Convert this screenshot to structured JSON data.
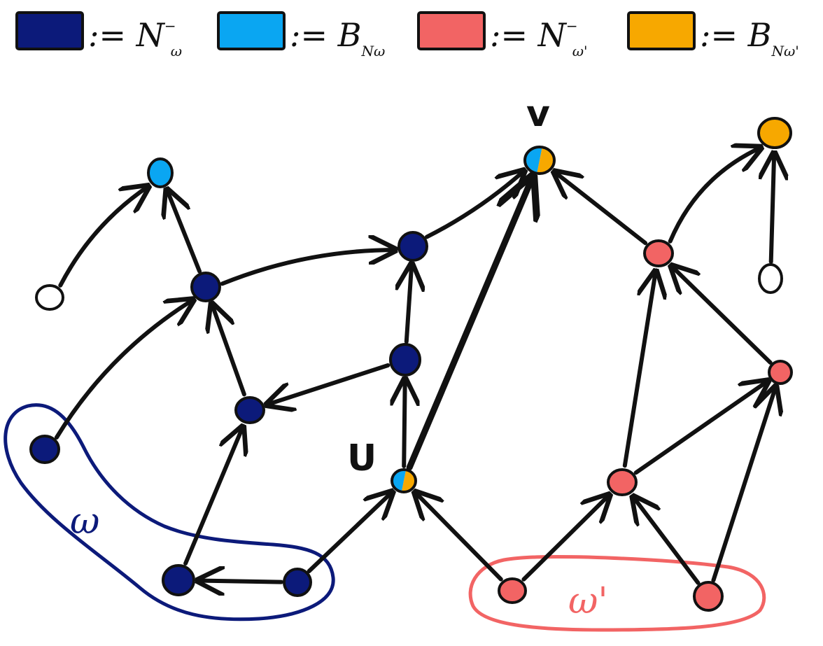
{
  "colors": {
    "dark_blue": "#0c1a7a",
    "light_blue": "#0aa6f2",
    "salmon": "#f26464",
    "orange": "#f7a800",
    "white": "#ffffff",
    "ink": "#111111"
  },
  "legend": [
    {
      "color": "#0c1a7a",
      "symbol": ":= N",
      "sup": "−",
      "sub": "ω"
    },
    {
      "color": "#0aa6f2",
      "symbol": ":= B",
      "sup": "",
      "sub": "Nω"
    },
    {
      "color": "#f26464",
      "symbol": ":= N",
      "sup": "−",
      "sub": "ω'"
    },
    {
      "color": "#f7a800",
      "symbol": ":= B",
      "sup": "",
      "sub": "Nω'"
    }
  ],
  "node_labels": {
    "v": "v",
    "u": "U"
  },
  "groups": [
    {
      "id": "w",
      "label": "ω",
      "color": "#0c1a7a"
    },
    {
      "id": "w_prime",
      "label": "ω'",
      "color": "#f26464"
    }
  ],
  "nodes": [
    {
      "id": "lb1",
      "fill": "light_blue"
    },
    {
      "id": "o1",
      "fill": "white"
    },
    {
      "id": "db_a",
      "fill": "dark_blue"
    },
    {
      "id": "db_b",
      "fill": "dark_blue"
    },
    {
      "id": "db_c",
      "fill": "dark_blue"
    },
    {
      "id": "db_d",
      "fill": "dark_blue"
    },
    {
      "id": "db_w1",
      "fill": "dark_blue"
    },
    {
      "id": "db_w2",
      "fill": "dark_blue"
    },
    {
      "id": "db_w3",
      "fill": "dark_blue"
    },
    {
      "id": "u",
      "fill": "split"
    },
    {
      "id": "v",
      "fill": "split"
    },
    {
      "id": "or1",
      "fill": "orange"
    },
    {
      "id": "o2",
      "fill": "white"
    },
    {
      "id": "s_a",
      "fill": "salmon"
    },
    {
      "id": "s_b",
      "fill": "salmon"
    },
    {
      "id": "s_c",
      "fill": "salmon"
    },
    {
      "id": "s_w1",
      "fill": "salmon"
    },
    {
      "id": "s_w2",
      "fill": "salmon"
    }
  ],
  "edges": [
    {
      "from": "o1",
      "to": "lb1"
    },
    {
      "from": "db_a",
      "to": "lb1"
    },
    {
      "from": "db_a",
      "to": "db_b"
    },
    {
      "from": "db_w1",
      "to": "db_a"
    },
    {
      "from": "db_c",
      "to": "db_a"
    },
    {
      "from": "db_d",
      "to": "db_c"
    },
    {
      "from": "db_w2",
      "to": "db_c"
    },
    {
      "from": "db_w3",
      "to": "db_w2"
    },
    {
      "from": "db_d",
      "to": "db_b"
    },
    {
      "from": "db_b",
      "to": "v"
    },
    {
      "from": "u",
      "to": "db_d"
    },
    {
      "from": "db_w3",
      "to": "u"
    },
    {
      "from": "u",
      "to": "v",
      "thick": true
    },
    {
      "from": "s_w1",
      "to": "u"
    },
    {
      "from": "s_w1",
      "to": "s_c"
    },
    {
      "from": "s_w2",
      "to": "s_c"
    },
    {
      "from": "s_w2",
      "to": "s_b"
    },
    {
      "from": "s_c",
      "to": "s_b"
    },
    {
      "from": "s_c",
      "to": "s_a"
    },
    {
      "from": "s_b",
      "to": "s_a"
    },
    {
      "from": "s_a",
      "to": "v"
    },
    {
      "from": "s_a",
      "to": "or1"
    },
    {
      "from": "o2",
      "to": "or1"
    }
  ]
}
